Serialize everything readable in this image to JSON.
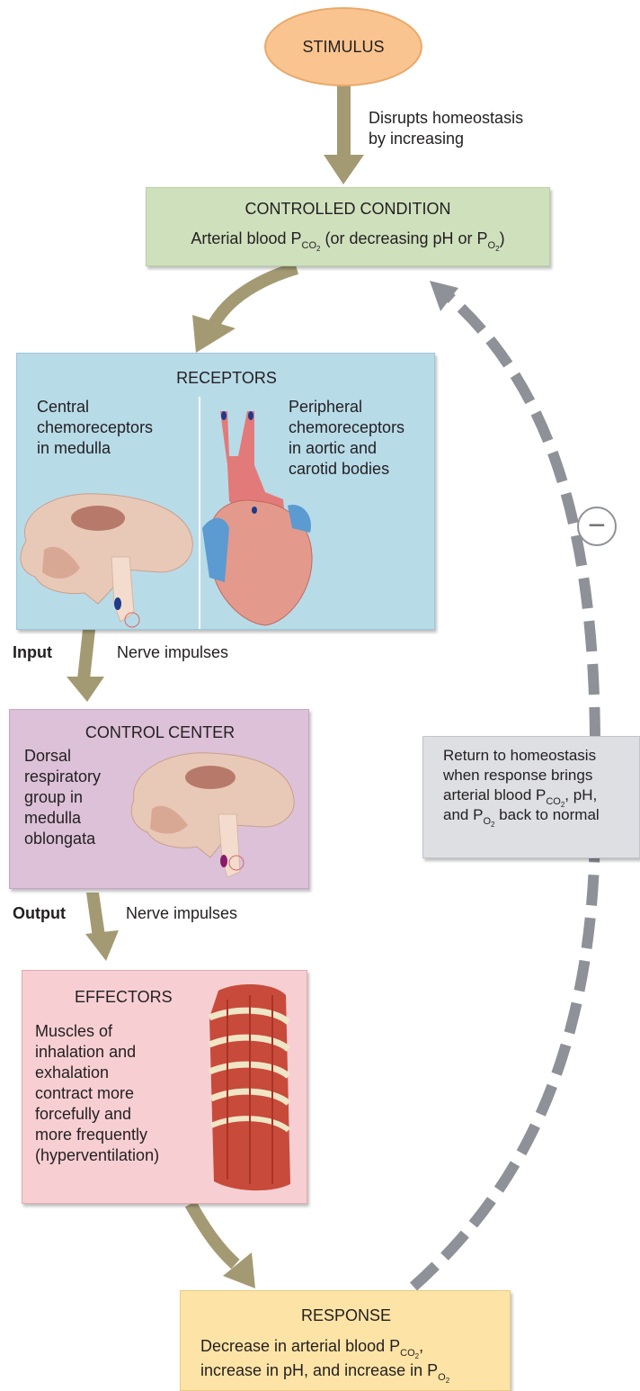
{
  "stimulus": {
    "label": "STIMULUS"
  },
  "stimulus_arrow": {
    "line1": "Disrupts homeostasis",
    "line2": "by increasing"
  },
  "controlled_condition": {
    "title": "CONTROLLED CONDITION",
    "text_pre": "Arterial blood P",
    "sub_co": "CO",
    "sub_2": "2",
    "text_post": " (or decreasing pH or P",
    "sub_o": "O",
    "sub_o2": "2",
    "text_end": ")"
  },
  "receptors": {
    "title": "RECEPTORS",
    "central": [
      "Central",
      "chemoreceptors",
      "in medulla"
    ],
    "peripheral": [
      "Peripheral",
      "chemoreceptors",
      "in aortic and",
      "carotid bodies"
    ]
  },
  "input": {
    "label": "Input",
    "text": "Nerve impulses"
  },
  "control_center": {
    "title": "CONTROL CENTER",
    "lines": [
      "Dorsal",
      "respiratory",
      "group in",
      "medulla",
      "oblongata"
    ]
  },
  "output": {
    "label": "Output",
    "text": "Nerve impulses"
  },
  "effectors": {
    "title": "EFFECTORS",
    "lines": [
      "Muscles of",
      "inhalation and",
      "exhalation",
      "contract more",
      "forcefully and",
      "more frequently",
      "(hyperventilation)"
    ]
  },
  "return_box": {
    "line1": "Return to homeostasis",
    "line2": "when response brings",
    "line3_pre": "arterial blood P",
    "line3_sub": "CO",
    "line3_sub2": "2",
    "line3_post": ", pH,",
    "line4_pre": "and P",
    "line4_sub": "O",
    "line4_sub2": "2",
    "line4_post": " back to normal"
  },
  "negative_sign": {
    "symbol": "−"
  },
  "response": {
    "title": "RESPONSE",
    "line1_pre": "Decrease in arterial blood P",
    "line1_sub": "CO",
    "line1_sub2": "2",
    "line1_post": ",",
    "line2_pre": "increase in pH, and increase in P",
    "line2_sub": "O",
    "line2_sub2": "2"
  },
  "colors": {
    "arrow": "#a39a73",
    "dashed": "#8f9199",
    "stimulus_fill": "#f9c48f",
    "controlled_fill": "#cfe0bd",
    "receptors_fill": "#b8dbe8",
    "control_fill": "#dcc1d8",
    "effectors_fill": "#f7cfd3",
    "return_fill": "#dedfe3",
    "response_fill": "#fde4a6"
  }
}
